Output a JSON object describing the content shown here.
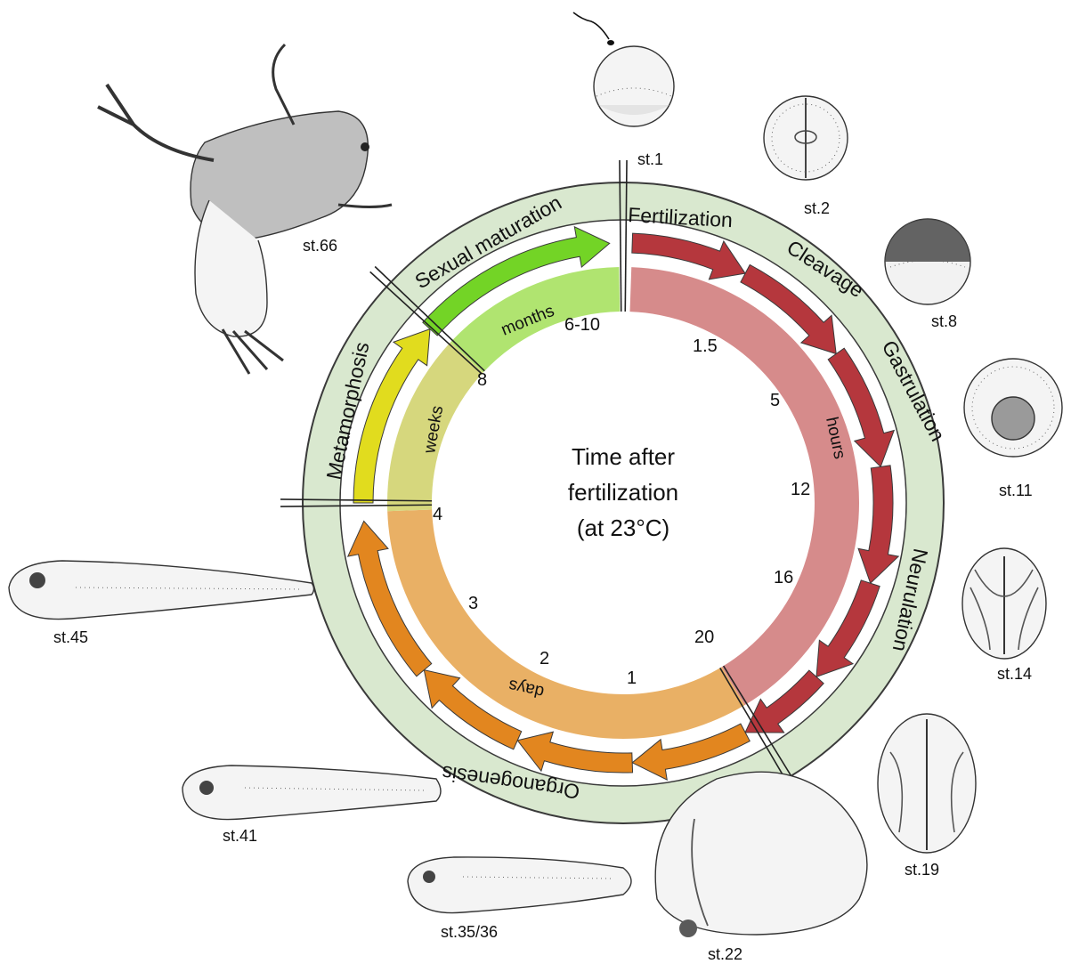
{
  "center": {
    "line1": "Time after",
    "line2": "fertilization",
    "line3": "(at 23°C)"
  },
  "phases": [
    {
      "id": "fertilization",
      "label": "Fertilization"
    },
    {
      "id": "cleavage",
      "label": "Cleavage"
    },
    {
      "id": "gastrulation",
      "label": "Gastrulation"
    },
    {
      "id": "neurulation",
      "label": "Neurulation"
    },
    {
      "id": "organogenesis",
      "label": "Organogenesis"
    },
    {
      "id": "metamorphosis",
      "label": "Metamorphosis"
    },
    {
      "id": "sexual_maturation",
      "label": "Sexual maturation"
    }
  ],
  "time_units": {
    "hours": "hours",
    "days": "days",
    "weeks": "weeks",
    "months": "months"
  },
  "time_ticks": [
    "1.5",
    "5",
    "12",
    "16",
    "20",
    "1",
    "2",
    "3",
    "4",
    "8",
    "6-10"
  ],
  "stages": [
    "st.1",
    "st.2",
    "st.8",
    "st.11",
    "st.14",
    "st.19",
    "st.22",
    "st.35/36",
    "st.41",
    "st.45",
    "st.66"
  ],
  "colors": {
    "outer_ring": "#d9e8cf",
    "hours_band": "#d68b8b",
    "hours_arrow": "#b5373d",
    "days_band": "#e9b065",
    "days_arrow": "#e2861f",
    "weeks_band": "#d6d77d",
    "weeks_arrow": "#e1dc1e",
    "months_band": "#b0e470",
    "months_arrow": "#73d426"
  }
}
